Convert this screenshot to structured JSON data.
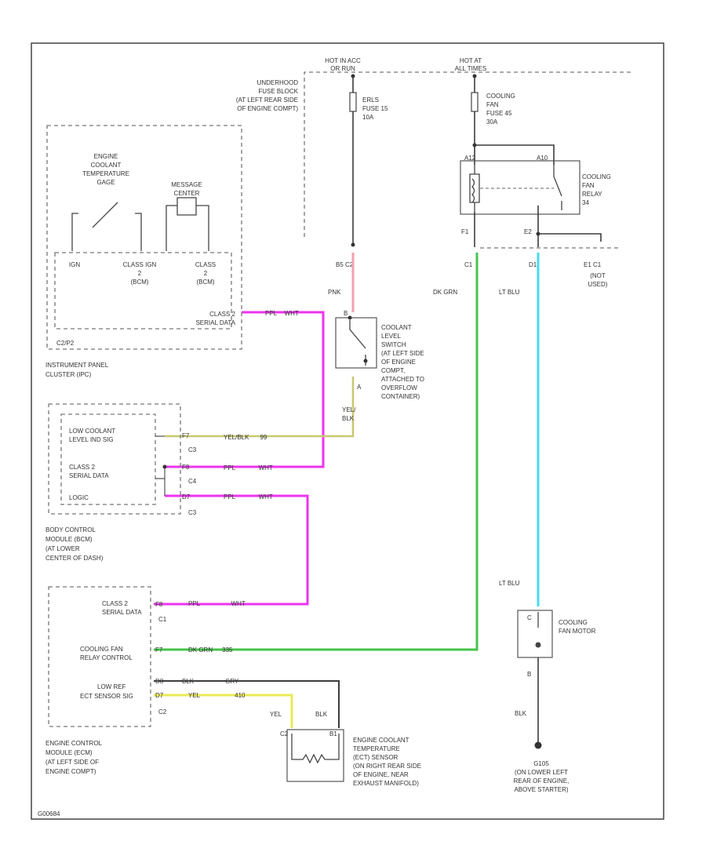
{
  "colors": {
    "pink": "#f2a0b0",
    "magenta": "#ee33ee",
    "green": "#44c44a",
    "light_blue": "#40dcee",
    "yellow": "#eaea55",
    "black": "#333333"
  },
  "power": {
    "hot_left": [
      "HOT IN ACC",
      "OR RUN"
    ],
    "hot_right": [
      "HOT AT",
      "ALL TIMES"
    ],
    "underhood_fuse_block": [
      "UNDERHOOD",
      "FUSE BLOCK",
      "(AT LEFT REAR SIDE",
      "OF ENGINE COMPT)"
    ],
    "fuse_left": [
      "ERLS",
      "FUSE 15",
      "10A"
    ],
    "fuse_right": [
      "COOLING",
      "FAN",
      "FUSE 45",
      "30A"
    ]
  },
  "relay": {
    "label": [
      "COOLING",
      "FAN",
      "RELAY",
      "34"
    ],
    "pins": {
      "top_left": "A12",
      "top_right": "A10",
      "bottom_left": "F1",
      "bottom_right": "E2"
    }
  },
  "connectors": {
    "c2_left": "B5  C2",
    "c1_left": "C1",
    "d1": "D1",
    "e1_c1": "E1  C1",
    "not_used": [
      "(NOT",
      "USED)"
    ]
  },
  "wire_labels": {
    "pnk": "PNK",
    "dk_grn": "DK GRN",
    "lt_blu_top": "LT BLU",
    "lt_blu_bottom": "LT BLU",
    "yel_blk_sw": [
      "YEL/",
      "BLK"
    ],
    "class2_ipc": [
      "CLASS 2",
      "SERIAL DATA"
    ],
    "class2_ipc_wire": [
      "PPL",
      "WHT"
    ]
  },
  "ipc": {
    "engine_coolant_gage": [
      "ENGINE",
      "COOLANT",
      "TEMPERATURE",
      "GAGE"
    ],
    "message_center": [
      "MESSAGE",
      "CENTER"
    ],
    "col_ign": "IGN",
    "col_class2_ign": [
      "CLASS IGN",
      "2",
      "(BCM)"
    ],
    "col_class2": [
      "CLASS",
      "2",
      "(BCM)"
    ],
    "c2_pin": "C2/P2",
    "name": [
      "INSTRUMENT PANEL",
      "CLUSTER (IPC)"
    ]
  },
  "switch": {
    "pin_top": "B",
    "pin_bottom": "A",
    "label": [
      "COOLANT",
      "LEVEL",
      "SWITCH",
      "(AT LEFT SIDE",
      "OF ENGINE",
      "COMPT,",
      "ATTACHED TO",
      "OVERFLOW",
      "CONTAINER)"
    ]
  },
  "bcm": {
    "row1": [
      "LOW COOLANT",
      "LEVEL IND SIG"
    ],
    "row2": [
      "CLASS 2",
      "SERIAL DATA"
    ],
    "logic": "LOGIC",
    "pins": [
      "F7",
      "C3",
      "F8",
      "C4",
      "D7",
      "C3"
    ],
    "wire1": [
      "YEL/BLK",
      "99"
    ],
    "wire2": [
      "PPL",
      "WHT"
    ],
    "wire3": [
      "PPL",
      "WHT"
    ],
    "name": [
      "BODY CONTROL",
      "MODULE (BCM)",
      "(AT LOWER",
      "CENTER OF DASH)"
    ]
  },
  "ecm": {
    "row1": [
      "CLASS 2",
      "SERIAL DATA"
    ],
    "row2": [
      "COOLING FAN",
      "RELAY CONTROL"
    ],
    "row3": [
      "LOW REF",
      "ECT SENSOR SIG"
    ],
    "pins": [
      "F8",
      "C1",
      "F7",
      "D8",
      "D7",
      "C2"
    ],
    "wire1": [
      "PPL",
      "WHT"
    ],
    "wire2": [
      "DK GRN",
      "335"
    ],
    "wire3": [
      "BLK",
      "GRY"
    ],
    "wire4": [
      "YEL",
      "410"
    ],
    "name": [
      "ENGINE CONTROL",
      "MODULE (ECM)",
      "(AT LEFT SIDE OF",
      "ENGINE COMPT)"
    ]
  },
  "ect": {
    "wire_left": "YEL",
    "wire_right": "BLK",
    "pin_left": "C2",
    "pin_right": "B1",
    "label": [
      "ENGINE COOLANT",
      "TEMPERATURE",
      "(ECT) SENSOR",
      "(ON RIGHT REAR SIDE",
      "OF ENGINE, NEAR",
      "EXHAUST MANIFOLD)"
    ]
  },
  "fan": {
    "label": [
      "COOLING",
      "FAN MOTOR"
    ],
    "pin_top": "C",
    "pin_bottom": "B",
    "wire_blk": "BLK"
  },
  "ground": {
    "label": [
      "G105",
      "(ON LOWER LEFT",
      "REAR OF ENGINE,",
      "ABOVE STARTER)"
    ]
  },
  "figure_id": "G00684"
}
